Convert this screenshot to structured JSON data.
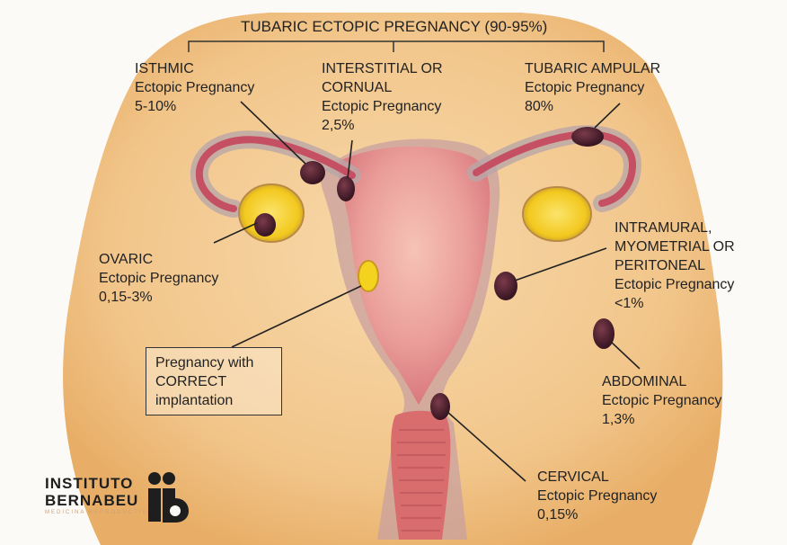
{
  "title": "TUBARIC ECTOPIC PREGNANCY (90-95%)",
  "labels": {
    "isthmic": {
      "head": "ISTHMIC",
      "sub": "Ectopic Pregnancy",
      "pct": "5-10%"
    },
    "interstitial": {
      "head1": "INTERSTITIAL or",
      "head2": "CORNUAL",
      "sub": "Ectopic Pregnancy",
      "pct": "2,5%"
    },
    "ampular": {
      "head": "TUBARIC AMPULAR",
      "sub": "Ectopic Pregnancy",
      "pct": "80%"
    },
    "ovaric": {
      "head": "OVARIC",
      "sub": "Ectopic Pregnancy",
      "pct": "0,15-3%"
    },
    "intramural": {
      "head1": "INTRAMURAL,",
      "head2": "MYOMETRIAL or",
      "head3": "PERITONEAL",
      "sub": "Ectopic Pregnancy",
      "pct": "<1%"
    },
    "abdominal": {
      "head": "ABDOMINAL",
      "sub": "Ectopic Pregnancy",
      "pct": "1,3%"
    },
    "cervical": {
      "head": "CERVICAL",
      "sub": "Ectopic Pregnancy",
      "pct": "0,15%"
    },
    "correct": {
      "line1": "Pregnancy with",
      "line2": "CORRECT",
      "line3": "implantation"
    }
  },
  "logo": {
    "line1": "INSTITUTO",
    "line2": "BERNABEU",
    "line3": "MEDICINA REPRODUCTIVA"
  },
  "colors": {
    "background": "#fcfaf6",
    "body": "#f3c78b",
    "uterus": "#e58f8e",
    "tube": "#c54f63",
    "ovary": "#f2c51d",
    "embryo": "#4a1e2c",
    "text": "#222222"
  }
}
